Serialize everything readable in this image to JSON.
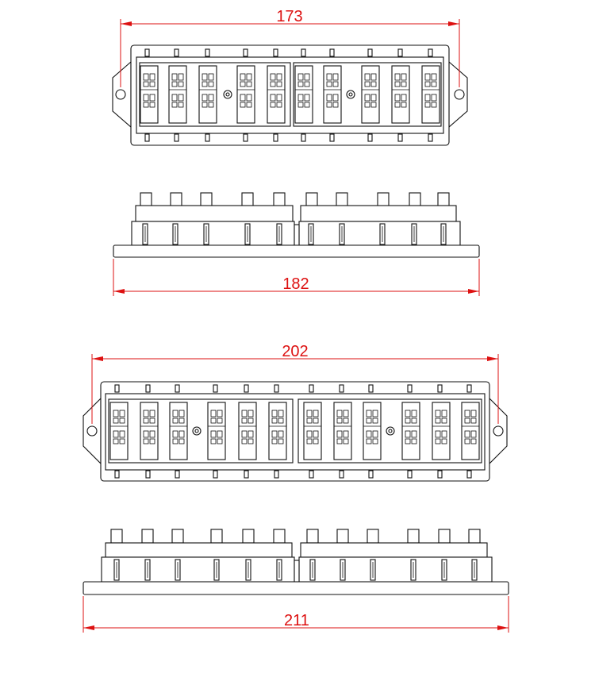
{
  "dimensions": {
    "view1_width": "173",
    "view2_width": "182",
    "view3_width": "202",
    "view4_width": "211"
  },
  "colors": {
    "line": "#111111",
    "dimension": "#dd1111",
    "background": "#ffffff"
  }
}
